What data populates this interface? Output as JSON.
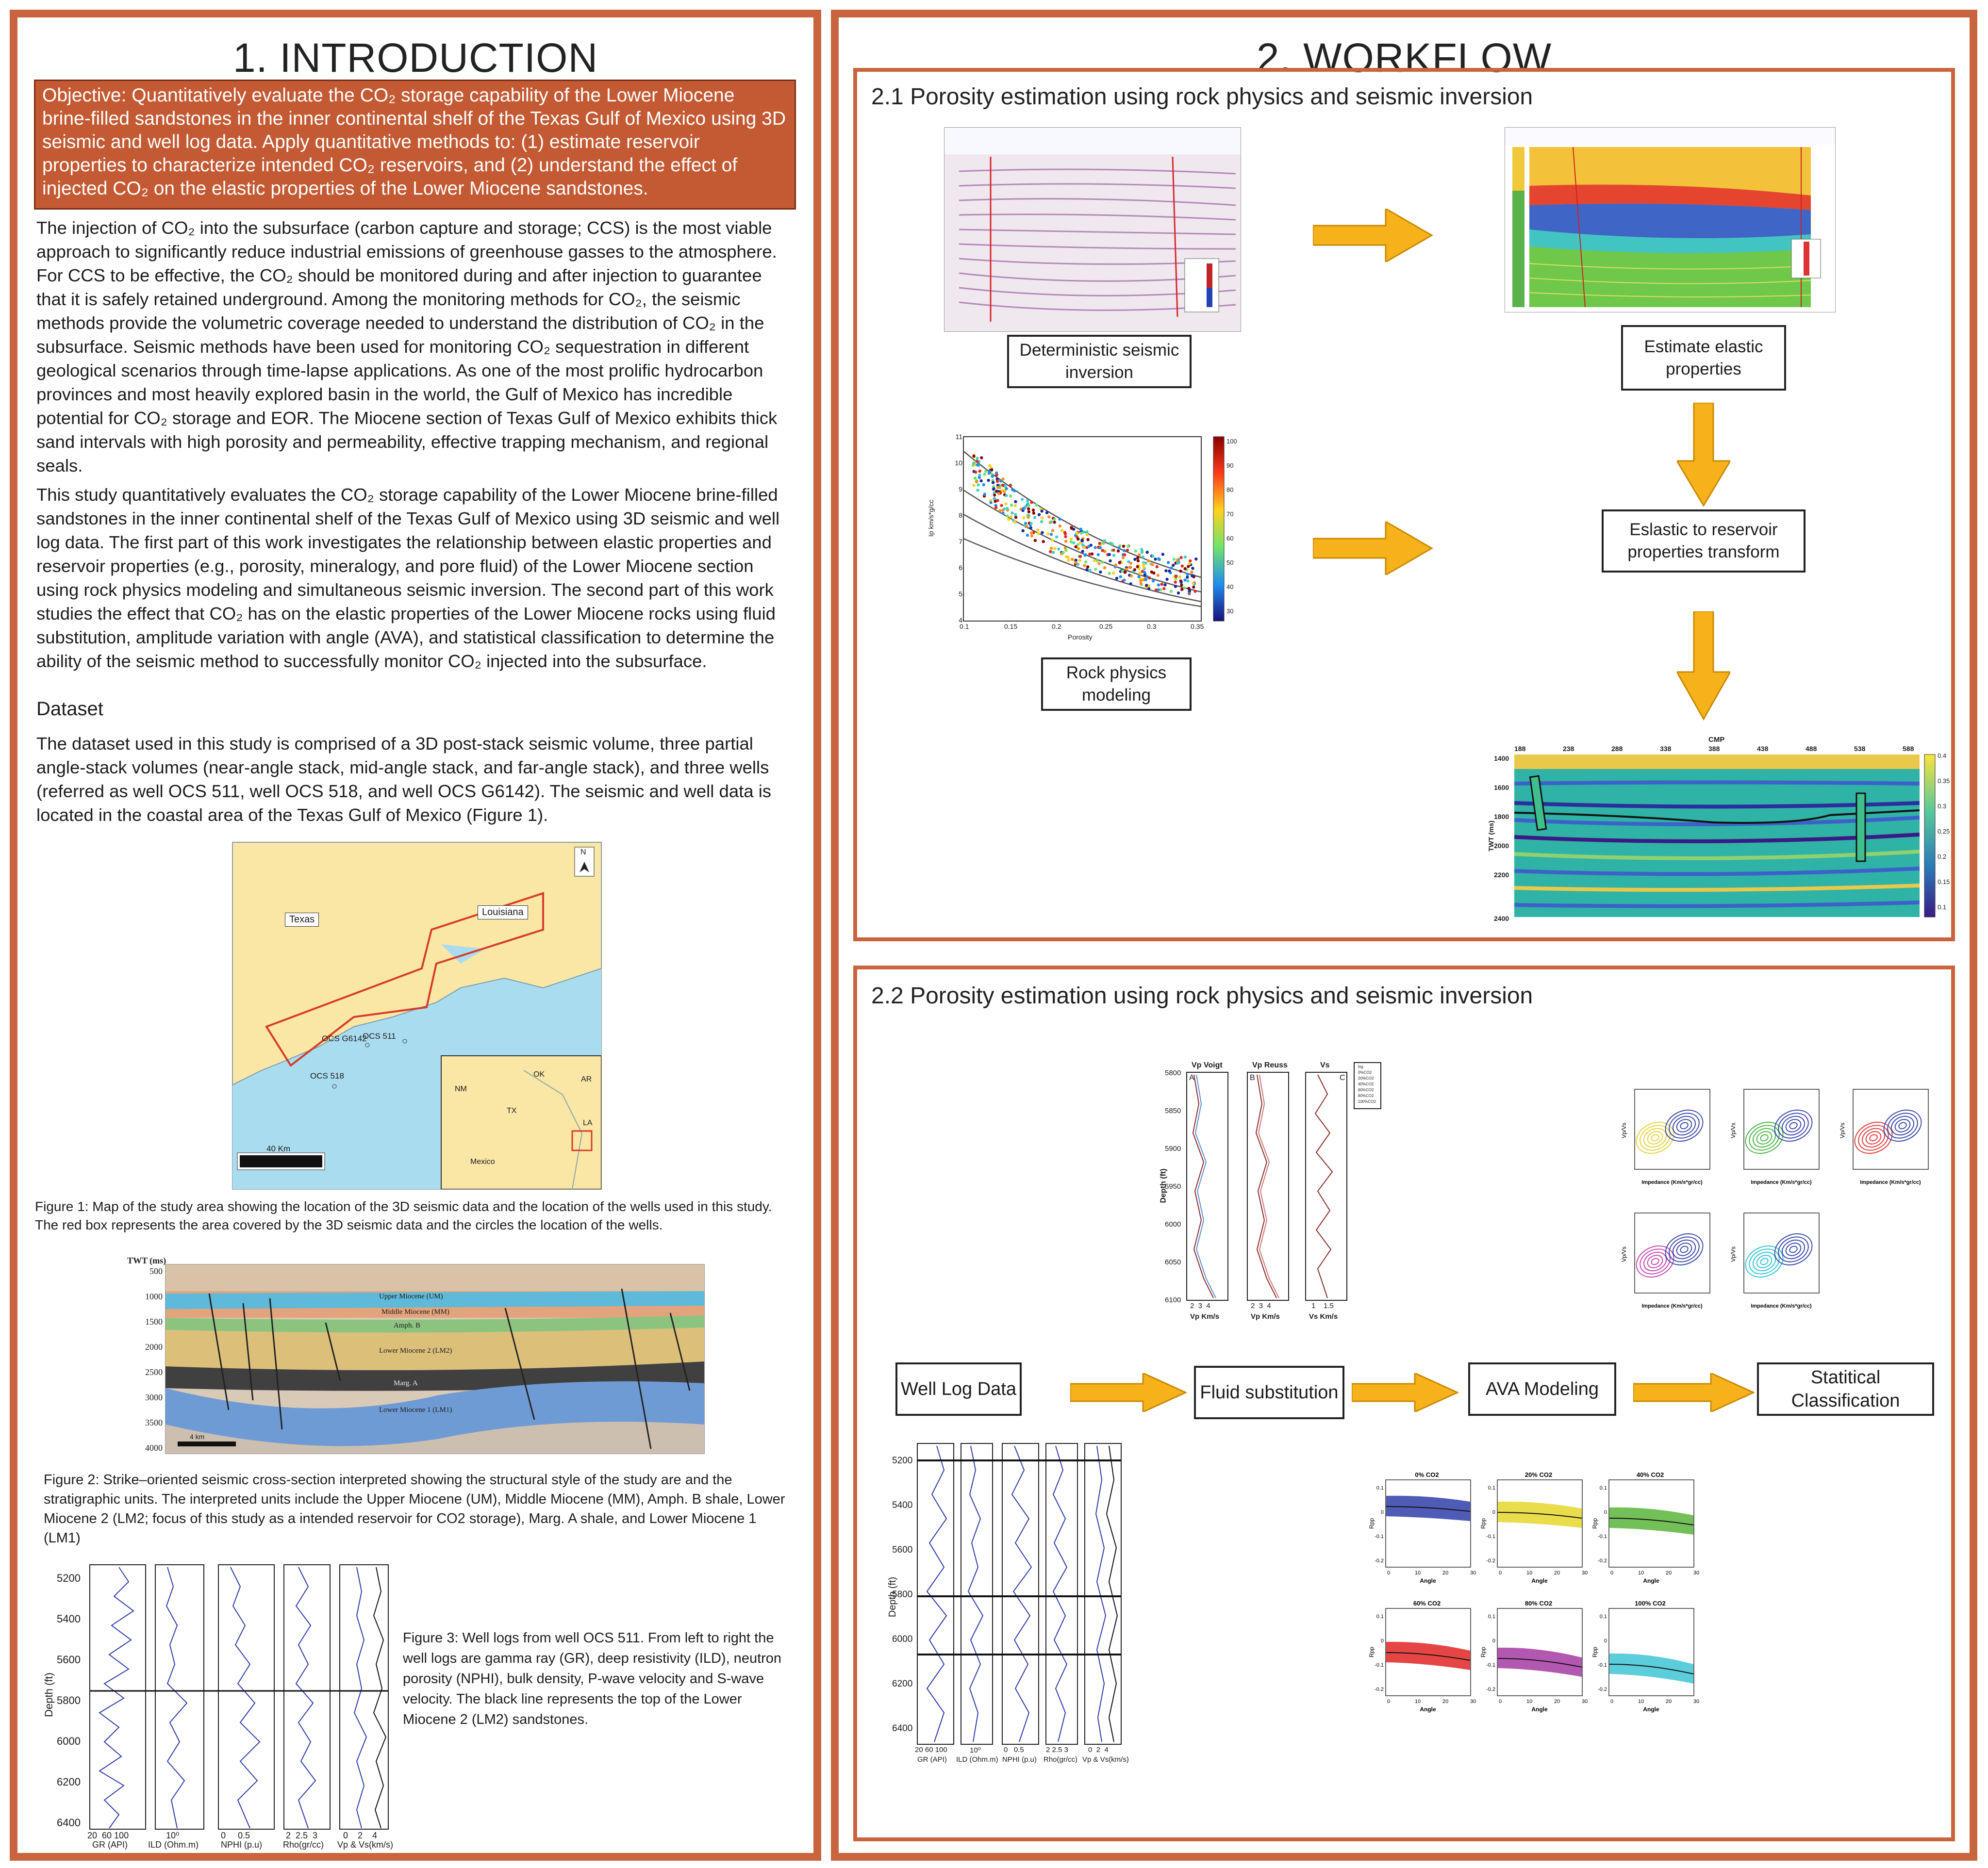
{
  "left": {
    "title": "1. INTRODUCTION",
    "objective": "Objective: Quantitatively evaluate the CO₂ storage capability of the Lower Miocene brine-filled sandstones in the inner continental shelf of the Texas Gulf of Mexico using 3D seismic and well log data. Apply quantitative methods to: (1) estimate reservoir properties to characterize intended CO₂ reservoirs, and (2) understand the effect of injected CO₂ on the elastic properties of the Lower Miocene sandstones.",
    "para1": "The injection of CO₂ into the subsurface (carbon capture and storage; CCS) is the most viable approach to significantly reduce industrial emissions of greenhouse gasses to the atmosphere. For CCS to be effective, the CO₂ should be monitored during and after injection to guarantee that it is safely retained underground. Among the monitoring methods for CO₂, the seismic methods provide the volumetric coverage needed to understand the distribution of CO₂ in the subsurface. Seismic methods have been used for monitoring CO₂ sequestration in different geological scenarios through time-lapse applications. As one of the most prolific hydrocarbon provinces and most heavily explored basin in the world, the Gulf of Mexico has incredible potential for CO₂ storage and EOR. The Miocene section of Texas Gulf of Mexico exhibits thick sand intervals with high porosity and permeability, effective trapping mechanism, and regional seals.",
    "para2": "This study quantitatively evaluates the CO₂ storage capability of the Lower Miocene brine-filled sandstones in the inner continental shelf of the Texas Gulf of Mexico using 3D seismic and well log data. The first part of this work investigates the relationship between elastic properties and reservoir properties (e.g., porosity, mineralogy, and pore fluid) of the Lower Miocene section using rock physics modeling and simultaneous seismic inversion. The second part of this work studies the effect that CO₂ has on the elastic properties of the Lower Miocene rocks using fluid substitution, amplitude variation with angle (AVA), and statistical classification to determine the ability of the seismic method to successfully monitor CO₂ injected into the subsurface.",
    "dataset_heading": "Dataset",
    "para3": "The dataset used in this study is comprised of a 3D post-stack seismic volume, three partial angle-stack volumes (near-angle stack, mid-angle stack, and far-angle stack), and three wells (referred as well OCS 511, well OCS 518, and well OCS G6142). The seismic and well data is located in the coastal area of the Texas Gulf of Mexico (Figure 1).",
    "map": {
      "north": "N",
      "texas": "Texas",
      "louisiana": "Louisiana",
      "well_g6142": "OCS G6142",
      "well_511": "OCS 511",
      "well_518": "OCS 518",
      "scale": "40 Km",
      "inset": {
        "ok": "OK",
        "nm": "NM",
        "tx": "TX",
        "ar": "AR",
        "la": "LA",
        "mexico": "Mexico"
      }
    },
    "fig1_caption": "Figure 1:    Map of the study area showing the location of the 3D seismic data and the location of the wells used in this study. The red box represents the area covered by the 3D seismic data and the circles the location of the wells.",
    "section": {
      "twt": "TWT (ms)",
      "ticks": [
        "500",
        "1000",
        "1500",
        "2000",
        "2500",
        "3000",
        "3500",
        "4000"
      ],
      "units": [
        "Upper Miocene (UM)",
        "Middle Miocene (MM)",
        "Amph. B",
        "Lower Miocene 2 (LM2)",
        "Marg. A",
        "Lower Miocene 1 (LM1)"
      ],
      "scale": "4 km"
    },
    "fig2_caption": "Figure 2:    Strike–oriented seismic cross-section interpreted showing the structural style of the study are and the stratigraphic units. The interpreted units include the Upper Miocene (UM), Middle Miocene (MM), Amph. B shale, Lower Miocene 2 (LM2; focus of this study as a intended reservoir for CO2 storage), Marg. A shale, and Lower Miocene 1 (LM1)",
    "logs": {
      "ylabel": "Depth (ft)",
      "depths": [
        "5200",
        "5400",
        "5600",
        "5800",
        "6000",
        "6200",
        "6400"
      ],
      "xlabels": [
        "GR (API)",
        "ILD (Ohm.m)",
        "NPHI (p.u)",
        "Rho(gr/cc)",
        "Vp & Vs(km/s)"
      ],
      "ticks": [
        "20  60 100",
        "10⁰",
        "0     0.5",
        "2  2.5  3",
        "0    2    4"
      ]
    },
    "fig3_caption": "Figure 3:    Well logs from well OCS 511. From left to right the well logs are gamma ray (GR), deep resistivity (ILD), neutron porosity (NPHI), bulk density, P-wave velocity and S-wave velocity. The black line represents the top of the Lower Miocene 2 (LM2) sandstones."
  },
  "right": {
    "title": "2. WORKFLOW",
    "s1": {
      "title": "2.1 Porosity estimation using rock physics and seismic inversion",
      "label_inversion": "Deterministic seismic inversion",
      "label_elastic": "Estimate elastic properties",
      "label_rpm": "Rock physics modeling",
      "label_transform": "Eslastic to reservoir properties transform",
      "crossplot": {
        "ylabel": "Ip km/s*g/cc",
        "xlabel": "Porosity",
        "yticks": [
          "4",
          "5",
          "6",
          "7",
          "8",
          "9",
          "10",
          "11"
        ],
        "xticks": [
          "0.1",
          "0.15",
          "0.2",
          "0.25",
          "0.3",
          "0.35"
        ],
        "cbar": [
          "100",
          "90",
          "80",
          "70",
          "60",
          "50",
          "40",
          "30"
        ]
      },
      "porosity_section": {
        "title": "CMP",
        "cmps": [
          "188",
          "238",
          "288",
          "338",
          "388",
          "438",
          "488",
          "538",
          "588"
        ],
        "ylabel": "TWT (ms)",
        "twt": [
          "1400",
          "1600",
          "1800",
          "2000",
          "2200",
          "2400"
        ],
        "cbar": [
          "0.4",
          "0.35",
          "0.3",
          "0.25",
          "0.2",
          "0.15",
          "0.1"
        ]
      }
    },
    "s2": {
      "title": "2.2 Porosity estimation using rock physics and seismic inversion",
      "flow": [
        "Well Log Data",
        "Fluid substitution",
        "AVA Modeling",
        "Statitical Classification"
      ],
      "fluid_logs": {
        "titles": [
          "Vp Voigt",
          "Vp Reuss",
          "Vs"
        ],
        "letters": [
          "A",
          "B",
          "C"
        ],
        "ylabel": "Depth (ft)",
        "depths": [
          "5800",
          "5850",
          "5900",
          "5950",
          "6000",
          "6050",
          "6100"
        ],
        "xlabels": [
          "Vp Km/s",
          "Vp Km/s",
          "Vs Km/s"
        ],
        "xticks": [
          "2  3  4",
          "2  3  4",
          "1    1.5"
        ],
        "legend": [
          "log",
          "0%CO2",
          "20%CO2",
          "40%CO2",
          "60%CO2",
          "80%CO2",
          "100%CO2"
        ]
      },
      "clusters": {
        "ylabel": "Vp/Vs",
        "xlabel": "Impedance (Km/s*gr/cc)",
        "colors": [
          "#e6d23a",
          "#4cb648",
          "#e0403f",
          "#c548b0",
          "#33c3d6"
        ]
      },
      "ava": {
        "titles": [
          "0% CO2",
          "20% CO2",
          "40% CO2",
          "60% CO2",
          "80% CO2",
          "100% CO2"
        ],
        "colors": [
          "#2f3fa8",
          "#e6d72c",
          "#5ab53c",
          "#e02424",
          "#a63ba3",
          "#3fc4d3"
        ],
        "ylabel": "Rpp",
        "xlabel": "Angle",
        "xticks": [
          "0",
          "10",
          "20",
          "30"
        ],
        "yticks": [
          "0.1",
          "0",
          "-0.1",
          "-0.2"
        ]
      },
      "well_logs": {
        "ylabel": "Depth (ft)",
        "depths": [
          "5200",
          "5400",
          "5600",
          "5800",
          "6000",
          "6200",
          "6400"
        ],
        "xlabels": [
          "GR (API)",
          "ILD (Ohm.m)",
          "NPHI (p.u)",
          "Rho(gr/cc)",
          "Vp & Vs(km/s)"
        ],
        "ticks": [
          "20 60 100",
          "10⁰",
          "0   0.5",
          "2 2.5 3",
          "0  2  4"
        ]
      }
    }
  },
  "colors": {
    "frame": "#c8653f",
    "objective_bg": "#c35a33",
    "arrow": "#f7b21b"
  }
}
